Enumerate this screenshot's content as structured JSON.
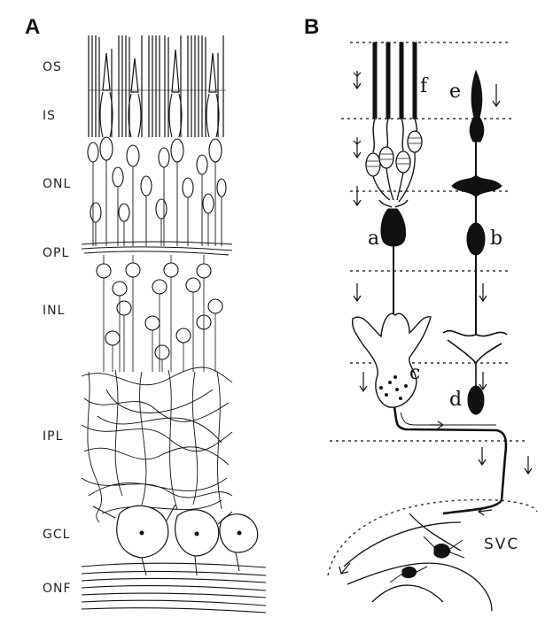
{
  "panels": {
    "a": {
      "label": "A",
      "layers": [
        "OS",
        "IS",
        "ONL",
        "OPL",
        "INL",
        "IPL",
        "GCL",
        "ONF"
      ]
    },
    "b": {
      "label": "B",
      "cells": [
        "a",
        "b",
        "c",
        "d",
        "e",
        "f"
      ],
      "region": "SVC"
    }
  }
}
